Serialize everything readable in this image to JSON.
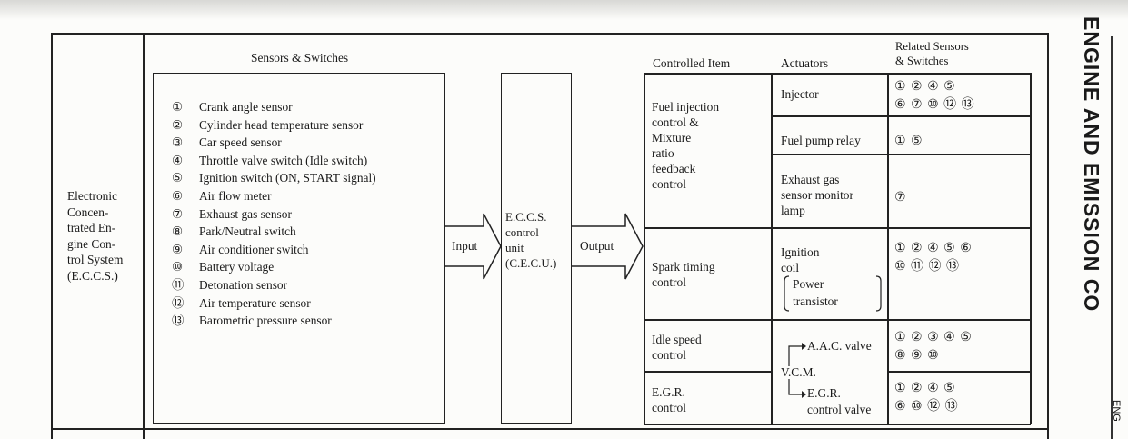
{
  "system": {
    "label": "Electronic\nConcen-\ntrated En-\ngine Con-\ntrol System\n(E.C.C.S.)"
  },
  "sensors": {
    "header": "Sensors & Switches",
    "items": [
      {
        "num": "①",
        "label": "Crank angle sensor"
      },
      {
        "num": "②",
        "label": "Cylinder head temperature sensor"
      },
      {
        "num": "③",
        "label": "Car speed sensor"
      },
      {
        "num": "④",
        "label": "Throttle valve switch (Idle switch)"
      },
      {
        "num": "⑤",
        "label": "Ignition switch (ON, START signal)"
      },
      {
        "num": "⑥",
        "label": "Air flow meter"
      },
      {
        "num": "⑦",
        "label": "Exhaust gas sensor"
      },
      {
        "num": "⑧",
        "label": "Park/Neutral switch"
      },
      {
        "num": "⑨",
        "label": "Air conditioner switch"
      },
      {
        "num": "⑩",
        "label": "Battery voltage"
      },
      {
        "num": "⑪",
        "label": "Detonation sensor"
      },
      {
        "num": "⑫",
        "label": "Air temperature sensor"
      },
      {
        "num": "⑬",
        "label": "Barometric pressure sensor"
      }
    ]
  },
  "input_label": "Input",
  "ecu_label": "E.C.C.S.\ncontrol\nunit\n(C.E.C.U.)",
  "output_label": "Output",
  "headers": {
    "controlled": "Controlled Item",
    "actuators": "Actuators",
    "related": "Related Sensors\n& Switches"
  },
  "controlled": {
    "fuel": "Fuel injection\ncontrol &\nMixture\nratio\nfeedback\ncontrol",
    "spark": "Spark timing\ncontrol",
    "idle": "Idle speed\ncontrol",
    "egr": "E.G.R.\ncontrol"
  },
  "actuators": {
    "injector": "Injector",
    "pump": "Fuel pump relay",
    "exhaust": "Exhaust gas\nsensor monitor\nlamp",
    "ignition": "Ignition\ncoil",
    "power": "Power\ntransistor",
    "aac": "A.A.C. valve",
    "vcm": "V.C.M.",
    "egr_valve": "E.G.R.\ncontrol valve"
  },
  "related": {
    "injector": "① ② ④ ⑤\n⑥ ⑦ ⑩ ⑫ ⑬",
    "pump": "① ⑤",
    "exhaust": "⑦",
    "ignition": "① ② ④ ⑤ ⑥\n⑩ ⑪ ⑫ ⑬",
    "idle": "① ② ③ ④ ⑤\n⑧ ⑨ ⑩",
    "egr": "① ② ④ ⑤\n⑥ ⑩ ⑫ ⑬"
  },
  "side_title": "ENGINE AND EMISSION CO",
  "side_small": "ENG"
}
